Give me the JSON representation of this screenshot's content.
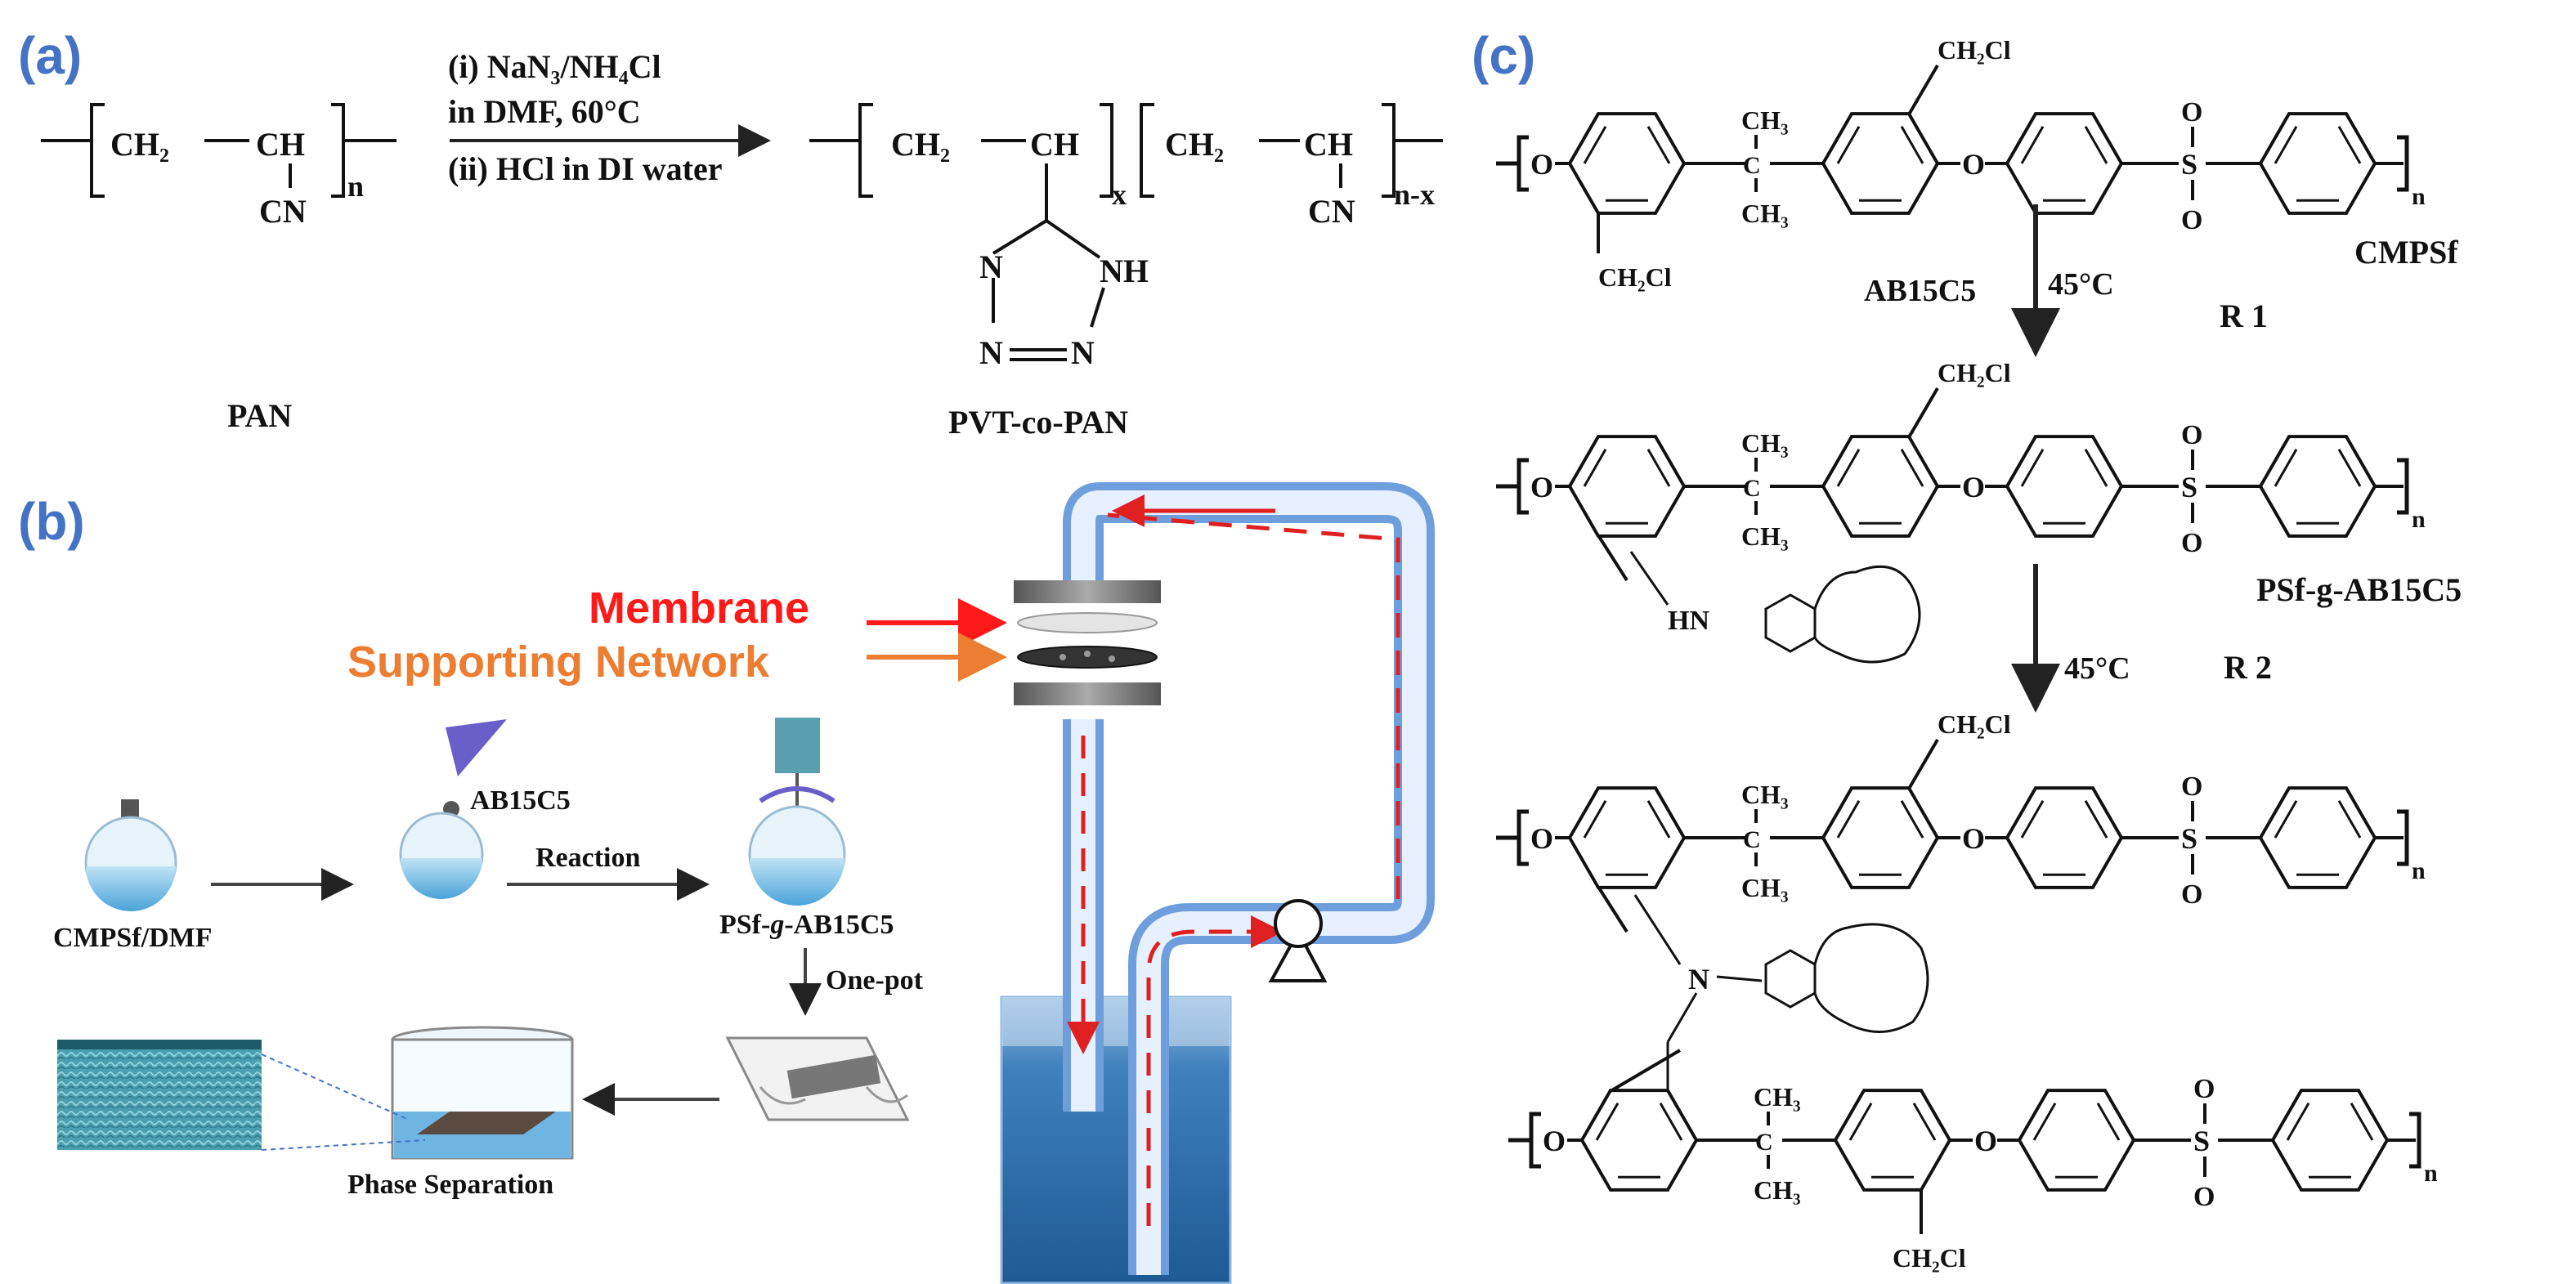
{
  "panels": {
    "a": "(a)",
    "b": "(b)",
    "c": "(c)"
  },
  "panel_a": {
    "reagent_line1": "(i) NaN₃/NH₄Cl",
    "reagent_line2": "in DMF,  60°C",
    "reagent_line3": "(ii)  HCl in DI water",
    "pan_ch2": "CH₂",
    "pan_ch": "CH",
    "pan_cn": "CN",
    "pan_n": "n",
    "pan_label": "PAN",
    "prod_ch2_a": "CH₂",
    "prod_ch_a": "CH",
    "prod_x": "x",
    "prod_ch2_b": "CH₂",
    "prod_ch_b": "CH",
    "prod_cn": "CN",
    "prod_nx": "n-x",
    "tz_n1": "N",
    "tz_nh": "NH",
    "tz_n3": "N",
    "tz_n4": "N",
    "prod_label": "PVT-co-PAN"
  },
  "panel_b": {
    "membrane": "Membrane",
    "supporting": "Supporting Network",
    "ab15c5": "AB15C5",
    "reaction": "Reaction",
    "cmpsf_dmf": "CMPSf/DMF",
    "psf_prefix": "PSf-",
    "psf_g": "g",
    "psf_suffix": "-AB15C5",
    "one_pot": "One-pot",
    "phase_separation": "Phase Separation",
    "colors": {
      "membrane_red": "#ff1a1a",
      "support_orange": "#ed7d31",
      "tube_blue": "#5b8fd6",
      "water_blue": "#2e6fae"
    }
  },
  "panel_c": {
    "ch2cl": "CH₂Cl",
    "ch3": "CH₃",
    "o": "O",
    "s": "S",
    "c": "C",
    "n_sub": "n",
    "cmpsf": "CMPSf",
    "r1": "R 1",
    "r2": "R 2",
    "ab15c5": "AB15C5",
    "temp": "45°C",
    "psf_g": "PSf-g-AB15C5",
    "hn": "HN",
    "n": "N"
  }
}
